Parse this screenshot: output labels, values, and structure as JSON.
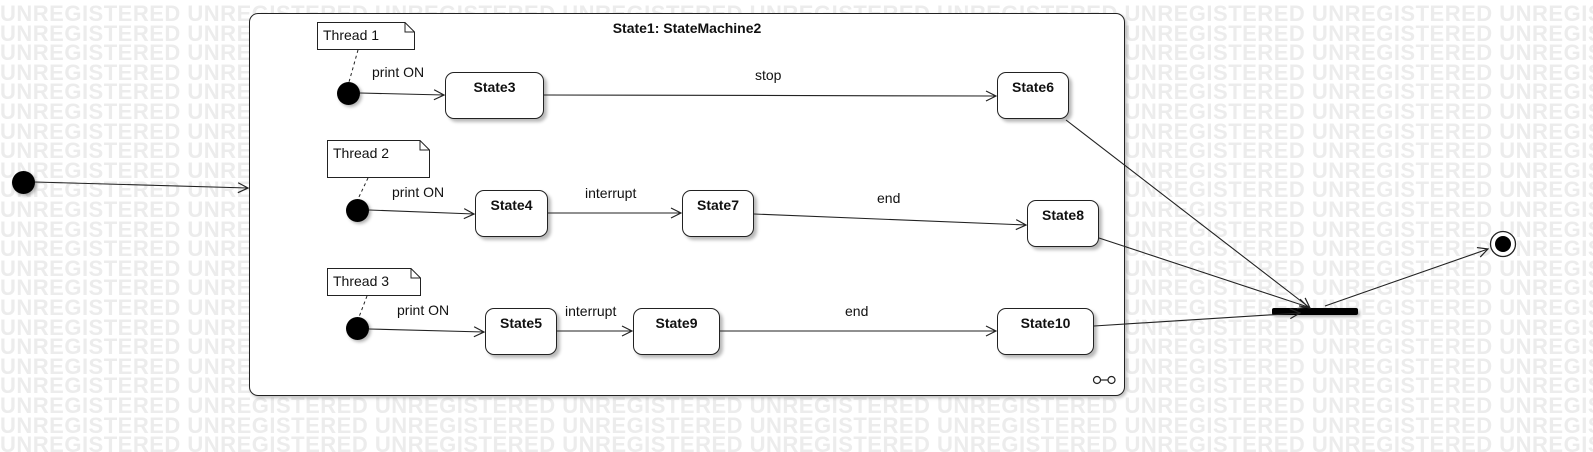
{
  "watermark": {
    "text": "UNREGISTERED"
  },
  "composite": {
    "title": "State1: StateMachine2"
  },
  "notes": [
    "Thread 1",
    "Thread 2",
    "Thread 3"
  ],
  "states": {
    "s3": "State3",
    "s4": "State4",
    "s5": "State5",
    "s6": "State6",
    "s7": "State7",
    "s8": "State8",
    "s9": "State9",
    "s10": "State10"
  },
  "transitions": {
    "t1_init": "print ON",
    "t1_stop": "stop",
    "t2_init": "print ON",
    "t2_interrupt": "interrupt",
    "t2_end": "end",
    "t3_init": "print ON",
    "t3_interrupt": "interrupt",
    "t3_end": "end"
  },
  "colors": {
    "line": "#222222",
    "watermark": "#ececec",
    "fill": "#ffffff"
  }
}
